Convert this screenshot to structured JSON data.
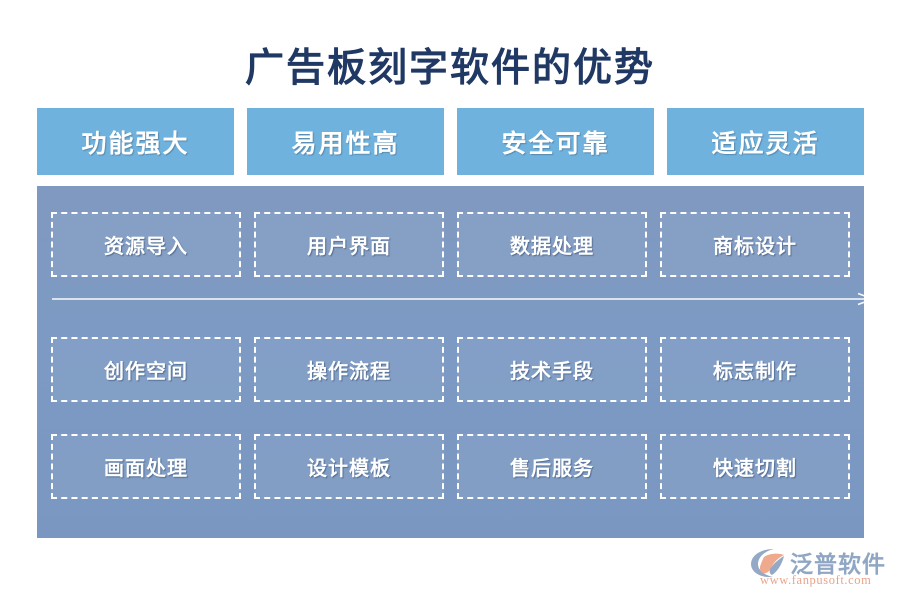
{
  "title": "广告板刻字软件的优势",
  "headers": [
    {
      "label": "功能强大"
    },
    {
      "label": "易用性高"
    },
    {
      "label": "安全可靠"
    },
    {
      "label": "适应灵活"
    }
  ],
  "rows": [
    {
      "cells": [
        {
          "label": "资源导入"
        },
        {
          "label": "用户界面"
        },
        {
          "label": "数据处理"
        },
        {
          "label": "商标设计"
        }
      ]
    },
    {
      "cells": [
        {
          "label": "创作空间"
        },
        {
          "label": "操作流程"
        },
        {
          "label": "技术手段"
        },
        {
          "label": "标志制作"
        }
      ]
    },
    {
      "cells": [
        {
          "label": "画面处理"
        },
        {
          "label": "设计模板"
        },
        {
          "label": "售后服务"
        },
        {
          "label": "快速切割"
        }
      ]
    }
  ],
  "arrow": {
    "icon": "right-arrow-icon",
    "direction": "right",
    "color": "#FFFFFF"
  },
  "logo": {
    "mark_icon": "fanpu-swoosh-icon",
    "name": "泛普软件",
    "url": "www.fanpusoft.com"
  },
  "colors": {
    "title_text": "#1F3864",
    "header_fill": "#6FB2DD",
    "panel_fill": "#7C9AC4",
    "cell_border": "#FFFFFF",
    "cell_text": "#FFFFFF",
    "background": "#FFFFFF",
    "logo_name": "#8FA6C4",
    "logo_url": "#E9A48B",
    "logo_mark_blue": "#8FA6C4",
    "logo_mark_orange": "#EFA98C"
  }
}
